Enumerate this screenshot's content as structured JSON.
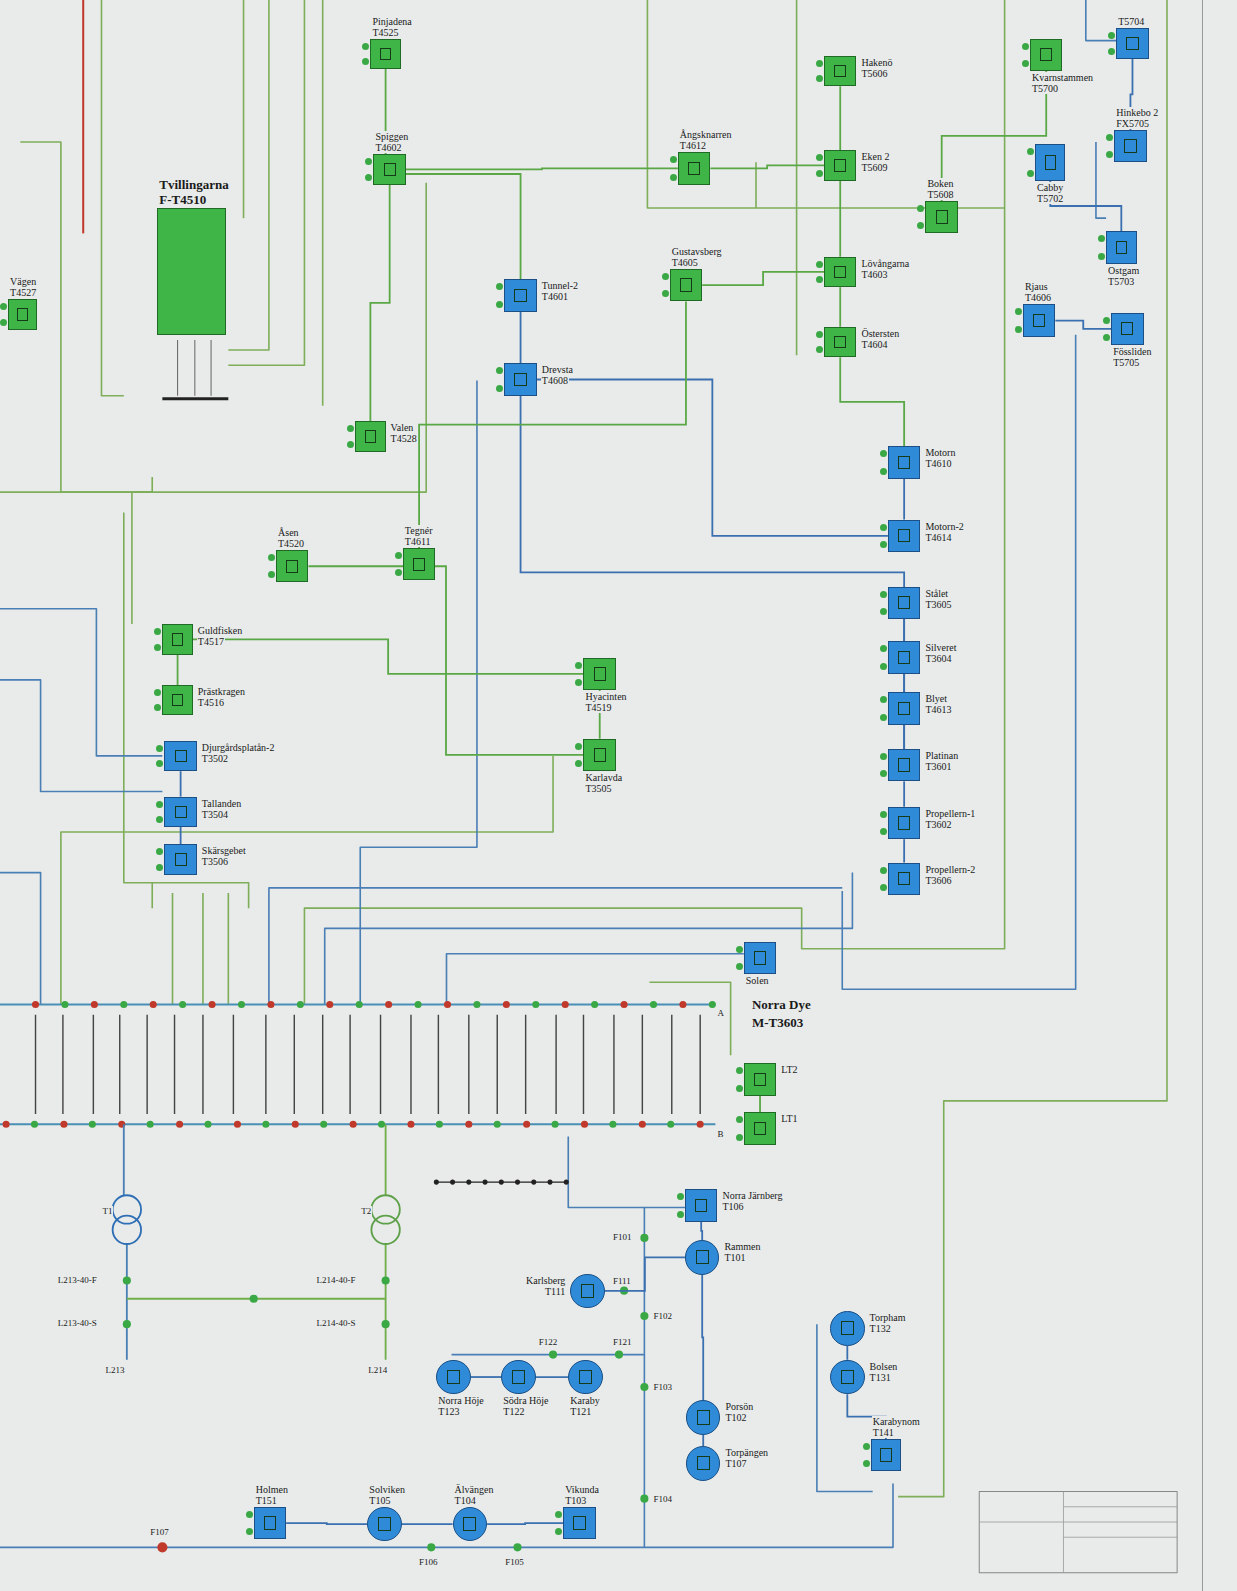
{
  "diagram": {
    "nodes": [
      {
        "text": [
          "Pinjadena",
          "T4525"
        ]
      },
      {
        "text": [
          "Spiggen",
          "T4602"
        ]
      },
      {
        "text": [
          "Tvillingarna",
          "F-T4510"
        ]
      },
      {
        "text": [
          "Vägen",
          "T4527"
        ]
      },
      {
        "text": [
          "Valen",
          "T4528"
        ]
      },
      {
        "text": [
          "Tunnel-2",
          "T4601"
        ]
      },
      {
        "text": [
          "Drevsta",
          "T4608"
        ]
      },
      {
        "text": [
          "Ångsknarren",
          "T4612"
        ]
      },
      {
        "text": [
          "Gustavsberg",
          "T4605"
        ]
      },
      {
        "text": [
          "Hakenö",
          "T5606"
        ]
      },
      {
        "text": [
          "Eken 2",
          "T5609"
        ]
      },
      {
        "text": [
          "Lövångarna",
          "T4603"
        ]
      },
      {
        "text": [
          "Östersten",
          "T4604"
        ]
      },
      {
        "text": [
          "Kvarnstammen",
          "T5700"
        ]
      },
      {
        "text": [
          "T5704"
        ]
      },
      {
        "text": [
          "Hinkebo 2",
          "FX5705"
        ]
      },
      {
        "text": [
          "Boken",
          "T5608"
        ]
      },
      {
        "text": [
          "Cabby",
          "T5702"
        ]
      },
      {
        "text": [
          "Ostgam",
          "T5703"
        ]
      },
      {
        "text": [
          "Rjaus",
          "T4606"
        ]
      },
      {
        "text": [
          "Fössliden",
          "T5705"
        ]
      },
      {
        "text": [
          "Motorn",
          "T4610"
        ]
      },
      {
        "text": [
          "Motorn-2",
          "T4614"
        ]
      },
      {
        "text": [
          "Stålet",
          "T3605"
        ]
      },
      {
        "text": [
          "Silveret",
          "T3604"
        ]
      },
      {
        "text": [
          "Blyet",
          "T4613"
        ]
      },
      {
        "text": [
          "Platinan",
          "T3601"
        ]
      },
      {
        "text": [
          "Propellern-1",
          "T3602"
        ]
      },
      {
        "text": [
          "Propellern-2",
          "T3606"
        ]
      },
      {
        "text": [
          "Åsen",
          "T4520"
        ]
      },
      {
        "text": [
          "Tegnér",
          "T4611"
        ]
      },
      {
        "text": [
          "Guldfisken",
          "T4517"
        ]
      },
      {
        "text": [
          "Prästkragen",
          "T4516"
        ]
      },
      {
        "text": [
          "Djurgårdsplatån-2",
          "T3502"
        ]
      },
      {
        "text": [
          "Tallanden",
          "T3504"
        ]
      },
      {
        "text": [
          "Skärsgebet",
          "T3506"
        ]
      },
      {
        "text": [
          "Hyacinten",
          "T4519"
        ]
      },
      {
        "text": [
          "Karlavda",
          "T3505"
        ]
      },
      {
        "text": [
          "Solen"
        ]
      },
      {
        "text": [
          "LT2"
        ]
      },
      {
        "text": [
          "LT1"
        ]
      },
      {
        "text": [
          "Norra Järnberg",
          "T106"
        ]
      },
      {
        "text": [
          "Rammen",
          "T101"
        ]
      },
      {
        "text": [
          "Karlsberg",
          "T111"
        ]
      },
      {
        "text": [
          "Norra Höje",
          "T123"
        ]
      },
      {
        "text": [
          "Södra Höje",
          "T122"
        ]
      },
      {
        "text": [
          "Karaby",
          "T121"
        ]
      },
      {
        "text": [
          "Porsön",
          "T102"
        ]
      },
      {
        "text": [
          "Torpängen",
          "T107"
        ]
      },
      {
        "text": [
          "Torpham",
          "T132"
        ]
      },
      {
        "text": [
          "Bolsen",
          "T131"
        ]
      },
      {
        "text": [
          "Karabynom",
          "T141"
        ]
      },
      {
        "text": [
          "Holmen",
          "T151"
        ]
      },
      {
        "text": [
          "Solviken",
          "T105"
        ]
      },
      {
        "text": [
          "Älvängen",
          "T104"
        ]
      },
      {
        "text": [
          "Vikunda",
          "T103"
        ]
      }
    ],
    "edges": [
      {
        "from": 0,
        "to": 5,
        "arrow": "none"
      },
      {
        "from": 1,
        "to": 7,
        "arrow": "none"
      },
      {
        "from": 7,
        "to": 10,
        "arrow": "none"
      },
      {
        "from": 9,
        "to": 10,
        "arrow": "none"
      },
      {
        "from": 10,
        "to": 11,
        "arrow": "none"
      },
      {
        "from": 8,
        "to": 11,
        "arrow": "none"
      },
      {
        "from": 11,
        "to": 12,
        "arrow": "none"
      },
      {
        "from": 12,
        "to": 21,
        "arrow": "none"
      },
      {
        "from": 21,
        "to": 22,
        "arrow": "none"
      },
      {
        "from": 6,
        "to": 22,
        "arrow": "none"
      },
      {
        "from": 5,
        "to": 6,
        "arrow": "none"
      },
      {
        "from": 23,
        "to": 24,
        "arrow": "none"
      },
      {
        "from": 24,
        "to": 25,
        "arrow": "none"
      },
      {
        "from": 25,
        "to": 26,
        "arrow": "none"
      },
      {
        "from": 26,
        "to": 27,
        "arrow": "none"
      },
      {
        "from": 27,
        "to": 28,
        "arrow": "none"
      },
      {
        "from": 6,
        "to": 26,
        "arrow": "none"
      },
      {
        "from": 1,
        "to": 4,
        "arrow": "none"
      },
      {
        "from": 29,
        "to": 37,
        "arrow": "none"
      },
      {
        "from": 30,
        "to": 8,
        "arrow": "none"
      },
      {
        "from": 31,
        "to": 36,
        "arrow": "none"
      },
      {
        "from": 32,
        "to": 31,
        "arrow": "none"
      },
      {
        "from": 36,
        "to": 37,
        "arrow": "none"
      },
      {
        "from": 33,
        "to": 34,
        "arrow": "none"
      },
      {
        "from": 34,
        "to": 35,
        "arrow": "none"
      },
      {
        "from": 16,
        "to": 13,
        "arrow": "none"
      },
      {
        "from": 17,
        "to": 18,
        "arrow": "none"
      },
      {
        "from": 14,
        "to": 15,
        "arrow": "none"
      },
      {
        "from": 19,
        "to": 20,
        "arrow": "none"
      },
      {
        "from": 39,
        "to": 40,
        "arrow": "none"
      },
      {
        "from": 41,
        "to": 42,
        "arrow": "none"
      },
      {
        "from": 42,
        "to": 43,
        "arrow": "none"
      },
      {
        "from": 42,
        "to": 47,
        "arrow": "none"
      },
      {
        "from": 47,
        "to": 48,
        "arrow": "none"
      },
      {
        "from": 46,
        "to": 45,
        "arrow": "none"
      },
      {
        "from": 45,
        "to": 44,
        "arrow": "none"
      },
      {
        "from": 49,
        "to": 50,
        "arrow": "none"
      },
      {
        "from": 50,
        "to": 51,
        "arrow": "none"
      },
      {
        "from": 52,
        "to": 53,
        "arrow": "none"
      },
      {
        "from": 53,
        "to": 54,
        "arrow": "none"
      },
      {
        "from": 54,
        "to": 55,
        "arrow": "none"
      }
    ],
    "labels": [
      "Norra Dye",
      "M-T3603",
      "A",
      "B",
      "T1",
      "T2",
      "L213-40-F",
      "L213-40-S",
      "L214-40-F",
      "L214-40-S",
      "L213",
      "L214",
      "F101",
      "F111",
      "F102",
      "F122",
      "F121",
      "F103",
      "F104",
      "F107",
      "F106",
      "F105"
    ]
  }
}
